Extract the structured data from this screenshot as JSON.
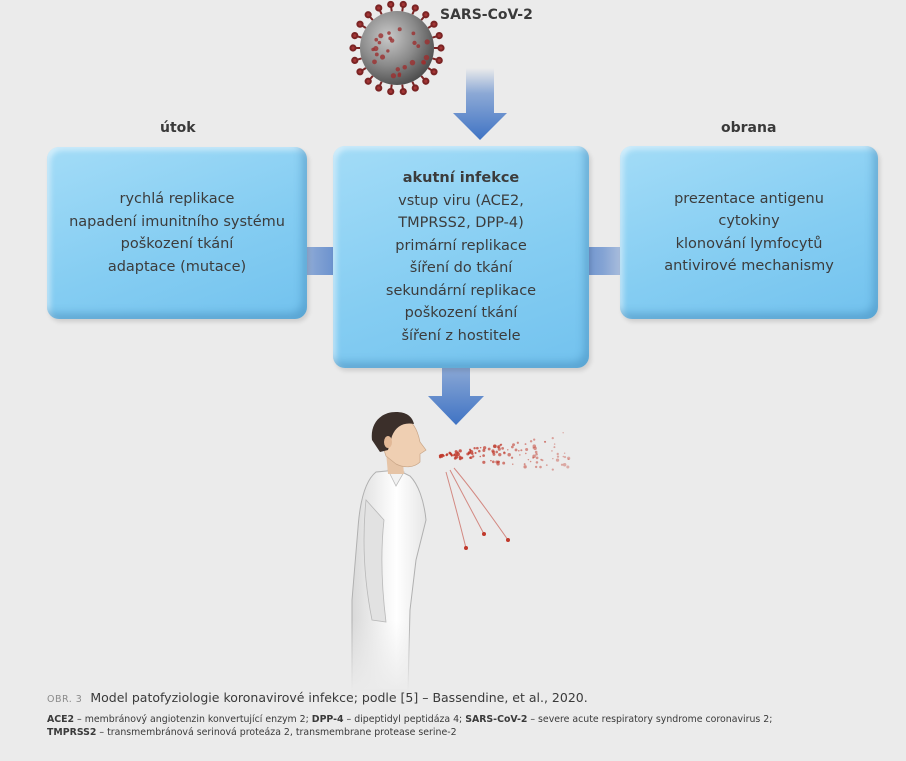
{
  "virus_label": "SARS-CoV-2",
  "left": {
    "heading": "útok",
    "lines": [
      "rychlá replikace",
      "napadení imunitního systému",
      "poškození tkání",
      "adaptace (mutace)"
    ]
  },
  "center": {
    "title": "akutní infekce",
    "lines": [
      "vstup viru (ACE2,",
      "TMPRSS2, DPP-4)",
      "primární replikace",
      "šíření do tkání",
      "sekundární replikace",
      "poškození tkání",
      "šíření z hostitele"
    ]
  },
  "right": {
    "heading": "obrana",
    "lines": [
      "prezentace antigenu",
      "cytokiny",
      "klonování lymfocytů",
      "antivirové mechanismy"
    ]
  },
  "caption": {
    "number": "OBR. 3",
    "text": "Model patofyziologie koronavirové infekce; podle [5] – Bassendine, et al., 2020.",
    "notes": [
      {
        "term": "ACE2",
        "def": " – membránový angiotenzin konvertující enzym 2; "
      },
      {
        "term": "DPP-4",
        "def": " – dipeptidyl peptidáza 4; "
      },
      {
        "term": "SARS-CoV-2",
        "def": " – severe acute respiratory syndrome coronavirus 2; "
      },
      {
        "term": "TMPRSS2",
        "def": " – transmembránová serinová proteáza 2, transmembrane protease serine-2"
      }
    ]
  },
  "colors": {
    "box": "#85cdf2",
    "arrow": "#3f73c4",
    "virus": "#8f2d2d",
    "droplets": "#c0392b"
  },
  "icons": [
    "coronavirus-icon",
    "person-coughing-illustration"
  ]
}
